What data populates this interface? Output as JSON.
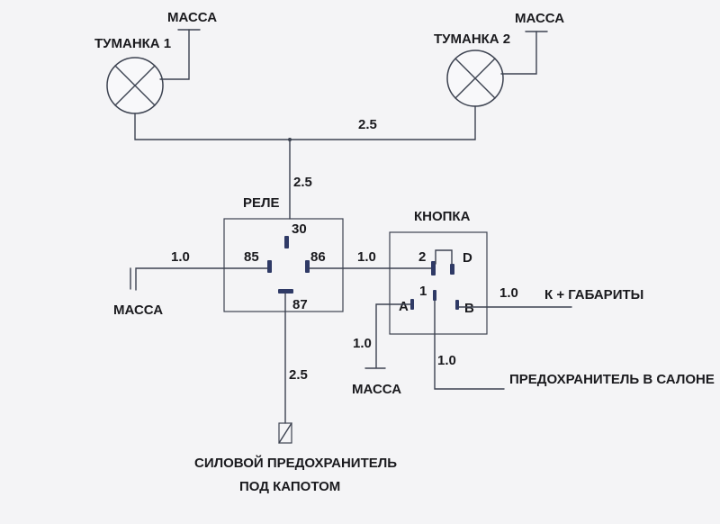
{
  "colors": {
    "wire": "#3c4250",
    "pin": "#2f3a66",
    "text": "#1a1a1e",
    "paper": "#f4f4f6"
  },
  "labels": {
    "fog_lamp_1": "ТУМАНКА 1",
    "fog_lamp_2": "ТУМАНКА 2",
    "ground_lamp_1": "МАССА",
    "ground_lamp_2": "МАССА",
    "ground_relay": "МАССА",
    "ground_button": "МАССА",
    "relay_title": "РЕЛЕ",
    "button_title": "КНОПКА",
    "side_lights": "К + ГАБАРИТЫ",
    "cabin_fuse": "ПРЕДОХРАНИТЕЛЬ В САЛОНЕ",
    "power_fuse_line1": "СИЛОВОЙ ПРЕДОХРАНИТЕЛЬ",
    "power_fuse_line2": "ПОД КАПОТОМ"
  },
  "relay_pins": {
    "p30": "30",
    "p85": "85",
    "p86": "86",
    "p87": "87"
  },
  "button_pins": {
    "p2": "2",
    "pD": "D",
    "p1": "1",
    "pA": "A",
    "pB": "B"
  },
  "wire_gauges": {
    "lamp_bus": "2.5",
    "to_relay_30": "2.5",
    "relay_85_ground": "1.0",
    "relay_86_button": "1.0",
    "side_lights": "1.0",
    "button_ground": "1.0",
    "cabin_fuse": "1.0",
    "relay_87_fuse": "2.5"
  }
}
